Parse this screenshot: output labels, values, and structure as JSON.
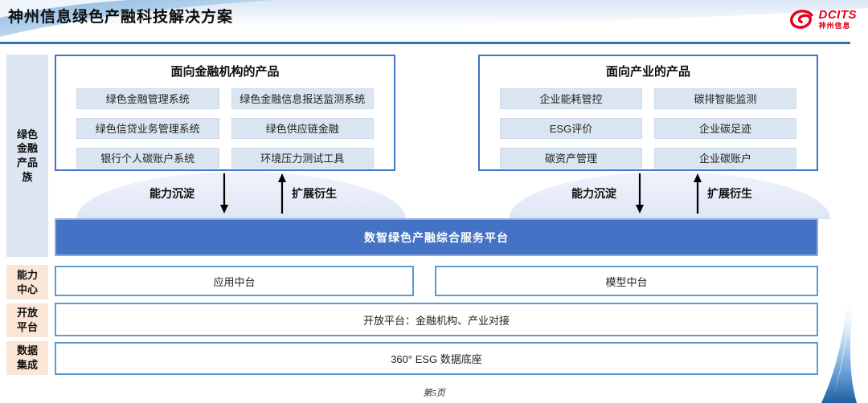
{
  "page": {
    "title": "神州信息绿色产融科技解决方案",
    "page_number": "第5页"
  },
  "logo": {
    "name": "DCITS",
    "subtext": "神州信息",
    "icon": "red-swirl-icon"
  },
  "sidebar": {
    "product_family": "绿色金融产品族",
    "capability_center": "能力中心",
    "open_platform": "开放平台",
    "data_integration": "数据集成"
  },
  "boxes": [
    {
      "title": "面向金融机构的产品",
      "items": [
        "绿色金融管理系统",
        "绿色金融信息报送监测系统",
        "绿色信贷业务管理系统",
        "绿色供应链金融",
        "银行个人碳账户系统",
        "环境压力测试工具"
      ]
    },
    {
      "title": "面向产业的产品",
      "items": [
        "企业能耗管控",
        "碳排智能监测",
        "ESG评价",
        "企业碳足迹",
        "碳资产管理",
        "企业碳账户"
      ]
    }
  ],
  "arrows": {
    "down_label": "能力沉淀",
    "up_label": "扩展衍生"
  },
  "platform_bar": "数智绿色产融综合服务平台",
  "middle_row": {
    "left": "应用中台",
    "right": "模型中台"
  },
  "open_platform_row": "开放平台：金融机构、产业对接",
  "data_base_row": "360° ESG 数据底座",
  "colors": {
    "header_line": "#2e75b6",
    "brand_red": "#e3001b",
    "box_border": "#4472c4",
    "item_fill": "#dbe5f1",
    "sidebar_blue_fill": "#dce6f2",
    "sidebar_peach_fill": "#fbe5d6",
    "platform_fill": "#4472c4",
    "row_border": "#5b9bd5"
  }
}
